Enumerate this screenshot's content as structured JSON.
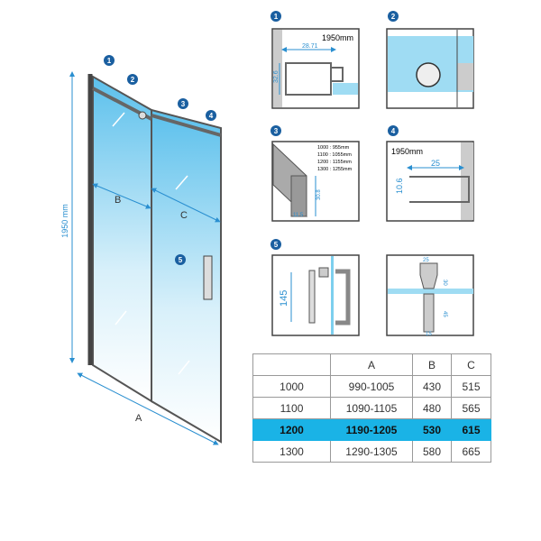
{
  "colors": {
    "badge": "#1a5fa0",
    "dimension": "#2a8fd0",
    "glass": "#8fd3f0",
    "highlight": "#1ab3e6"
  },
  "main": {
    "height_label": "1950 mm",
    "a": "A",
    "b": "B",
    "c": "C",
    "badges": [
      "1",
      "2",
      "3",
      "4",
      "5"
    ]
  },
  "details": {
    "d1": {
      "badge": "1",
      "title": "1950mm",
      "w": "28.71",
      "h": "32.6"
    },
    "d2": {
      "badge": "2"
    },
    "d3": {
      "badge": "3",
      "sizes": [
        "1000 : 955mm",
        "1100 : 1055mm",
        "1200 : 1155mm",
        "1300 : 1255mm"
      ],
      "h": "30.8",
      "w": "11.5"
    },
    "d4": {
      "badge": "4",
      "title": "1950mm",
      "w": "25",
      "h": "10.6"
    },
    "d5": {
      "badge": "5",
      "h": "145"
    },
    "d6": {
      "w": "25",
      "h1": "30",
      "h2": "45",
      "w2": "15"
    }
  },
  "table": {
    "headers": [
      "",
      "A",
      "B",
      "C"
    ],
    "rows": [
      [
        "1000",
        "990-1005",
        "430",
        "515"
      ],
      [
        "1100",
        "1090-1105",
        "480",
        "565"
      ],
      [
        "1200",
        "1190-1205",
        "530",
        "615"
      ],
      [
        "1300",
        "1290-1305",
        "580",
        "665"
      ]
    ],
    "highlight_row": 2
  }
}
